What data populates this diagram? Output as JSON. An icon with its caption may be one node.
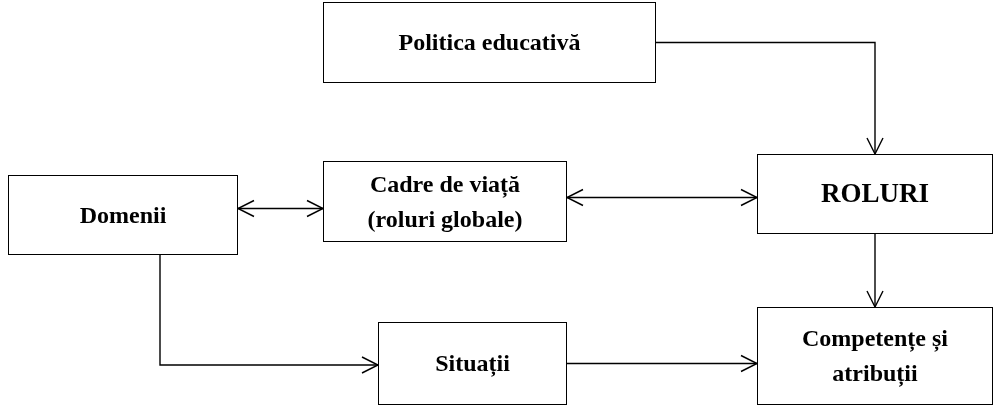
{
  "diagram": {
    "nodes": [
      {
        "text": [
          "Politica educativă"
        ]
      },
      {
        "text": [
          "Domenii"
        ]
      },
      {
        "text": [
          "Cadre de viață (roluri globale)"
        ]
      },
      {
        "text": [
          "ROLURI"
        ]
      },
      {
        "text": [
          "Situații"
        ]
      },
      {
        "text": [
          "Competențe și atribuții"
        ]
      }
    ],
    "edges": [
      {
        "from": 0,
        "to": 3,
        "arrow": "to"
      },
      {
        "from": 1,
        "to": 2,
        "arrow": "both"
      },
      {
        "from": 2,
        "to": 3,
        "arrow": "both"
      },
      {
        "from": 3,
        "to": 5,
        "arrow": "to"
      },
      {
        "from": 1,
        "to": 4,
        "arrow": "to"
      },
      {
        "from": 4,
        "to": 5,
        "arrow": "to"
      }
    ]
  }
}
